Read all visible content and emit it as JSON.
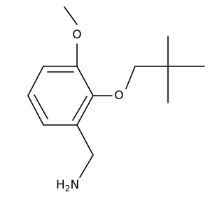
{
  "molecule": {
    "atoms": {
      "methoxy_oxygen": "O",
      "neopentyloxy_oxygen": "O",
      "amine": {
        "element": "H",
        "subscript": "2",
        "tail": "N"
      }
    },
    "colors": {
      "bond": "#000000",
      "text": "#000000",
      "background": "#ffffff"
    }
  }
}
